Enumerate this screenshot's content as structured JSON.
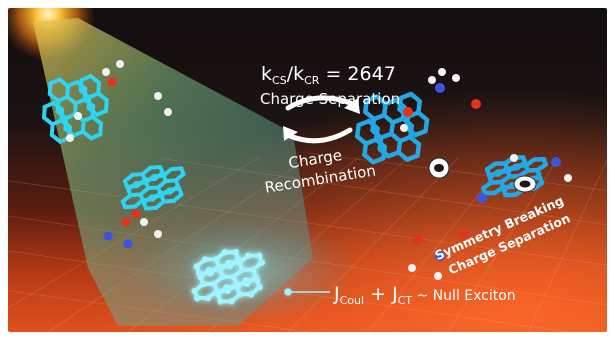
{
  "annotations": {
    "rate_ratio": {
      "k_cs_base": "k",
      "k_cs_sub": "CS",
      "slash": "/",
      "k_cr_base": "k",
      "k_cr_sub": "CR",
      "equals_value": " = 2647"
    },
    "charge_separation": "Charge Separation",
    "charge_recombination_line1": "Charge",
    "charge_recombination_line2": "Recombination",
    "sb_line1": "Symmetry Breaking",
    "sb_line2": "Charge Separation",
    "coupling": {
      "j1_base": "J",
      "j1_sub": "Coul",
      "plus": " + ",
      "j2_base": "J",
      "j2_sub": "CT",
      "tail": " ~ Null Exciton"
    }
  },
  "colors": {
    "background_dark": "#161012",
    "background_orange": "#d8451a",
    "spotlight": "#e6a21c",
    "beam": "#5fa8a0",
    "molecule_cyan": "#2fd4f2",
    "glow_cyan": "#9ff4ff",
    "oxygen_red": "#e0341c",
    "nitrogen_blue": "#3a56e0",
    "hydrogen_white": "#f2f2f2",
    "text": "#ffffff"
  },
  "icons": {
    "hole": "hole-icon",
    "electron": "electron-icon",
    "forward_arrow": "curved-arrow-right-icon",
    "back_arrow": "curved-arrow-left-icon"
  }
}
